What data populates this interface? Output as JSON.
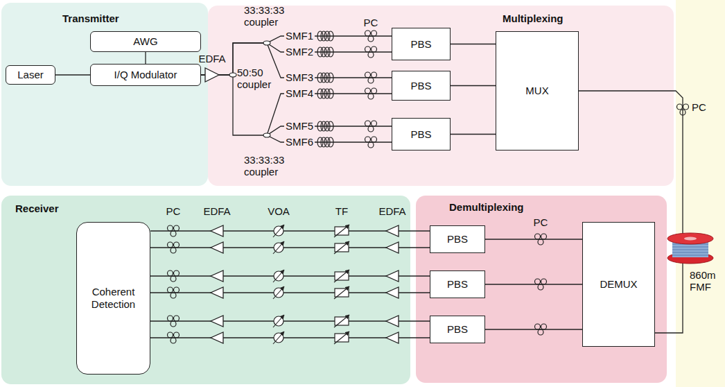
{
  "diagram": {
    "nodes": [
      {
        "text": [
          "Transmitter"
        ]
      },
      {
        "text": [
          "AWG"
        ],
        "in": 0
      },
      {
        "text": [
          "Laser"
        ],
        "in": 0
      },
      {
        "text": [
          "I/Q Modulator"
        ],
        "in": 0
      },
      {
        "text": [
          "Multiplexing"
        ]
      },
      {
        "text": [
          "PBS"
        ],
        "in": 4
      },
      {
        "text": [
          "PBS"
        ],
        "in": 4
      },
      {
        "text": [
          "PBS"
        ],
        "in": 4
      },
      {
        "text": [
          "MUX"
        ],
        "in": 4
      },
      {
        "text": [
          "Receiver"
        ]
      },
      {
        "text": [
          "Coherent Detection"
        ],
        "in": 9
      },
      {
        "text": [
          "Demultiplexing"
        ]
      },
      {
        "text": [
          "PBS"
        ],
        "in": 11
      },
      {
        "text": [
          "PBS"
        ],
        "in": 11
      },
      {
        "text": [
          "PBS"
        ],
        "in": 11
      },
      {
        "text": [
          "DEMUX"
        ],
        "in": 11
      }
    ],
    "edges": [
      {
        "from": 1,
        "to": 3,
        "arrow": "none"
      },
      {
        "from": 2,
        "to": 3,
        "arrow": "none"
      },
      {
        "from": 3,
        "to": 5,
        "arrow": "none"
      },
      {
        "from": 3,
        "to": 6,
        "arrow": "none"
      },
      {
        "from": 3,
        "to": 7,
        "arrow": "none"
      },
      {
        "from": 5,
        "to": 8,
        "arrow": "none"
      },
      {
        "from": 6,
        "to": 8,
        "arrow": "none"
      },
      {
        "from": 7,
        "to": 8,
        "arrow": "none"
      },
      {
        "from": 8,
        "to": 15,
        "arrow": "none"
      },
      {
        "from": 15,
        "to": 12,
        "arrow": "none"
      },
      {
        "from": 15,
        "to": 13,
        "arrow": "none"
      },
      {
        "from": 15,
        "to": 14,
        "arrow": "none"
      },
      {
        "from": 12,
        "to": 10,
        "arrow": "none"
      },
      {
        "from": 13,
        "to": 10,
        "arrow": "none"
      },
      {
        "from": 14,
        "to": 10,
        "arrow": "none"
      }
    ],
    "labels": [
      "EDFA",
      "33:33:33 coupler",
      "50:50 coupler",
      "33:33:33 coupler",
      "PC",
      "SMF1",
      "SMF2",
      "SMF3",
      "SMF4",
      "SMF5",
      "SMF6",
      "PC",
      "860m FMF",
      "PC",
      "PC",
      "EDFA",
      "VOA",
      "TF",
      "EDFA"
    ]
  }
}
